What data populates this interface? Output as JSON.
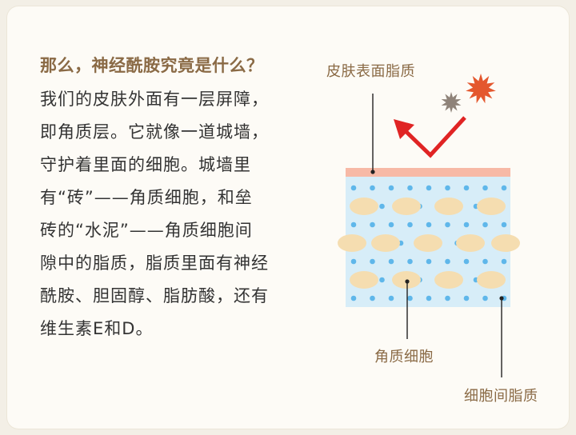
{
  "heading": "那么，神经酰胺究竟是什么？",
  "body_lines": [
    "我们的皮肤外面有一层屏障，",
    "即角质层。它就像一道城墙，",
    "守护着里面的细胞。城墙里",
    "有“砖”——角质细胞，和垒",
    "砖的“水泥”——角质细胞间",
    "隙中的脂质，脂质里面有神经",
    "酰胺、胆固醇、脂肪酸，还有",
    "维生素E和D。"
  ],
  "labels": {
    "surface_lipid": "皮肤表面脂质",
    "corneocyte": "角质细胞",
    "intercellular_lipid": "细胞间脂质"
  },
  "colors": {
    "heading": "#8a6a45",
    "label": "#8a6a45",
    "skin_top": "#f7b9a6",
    "skin_body": "#d7edf8",
    "cell": "#f5ddb0",
    "lipid_dot": "#5fb7ea",
    "arrow": "#e02424",
    "spark_orange": "#e4572e",
    "spark_gray": "#8f8379"
  },
  "icons": [
    "uv-arrow-icon",
    "sun-spark-icon",
    "small-spark-icon"
  ]
}
